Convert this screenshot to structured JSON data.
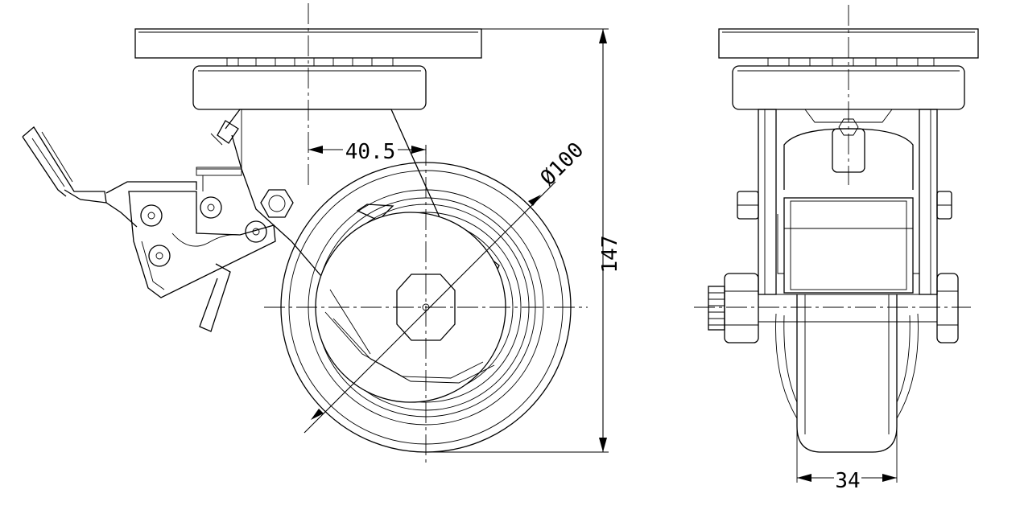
{
  "drawing": {
    "side_view": {
      "offset_dimension": "40.5",
      "wheel_diameter_dimension": "Ø100",
      "overall_height_dimension": "147"
    },
    "front_view": {
      "wheel_width_dimension": "34"
    }
  }
}
